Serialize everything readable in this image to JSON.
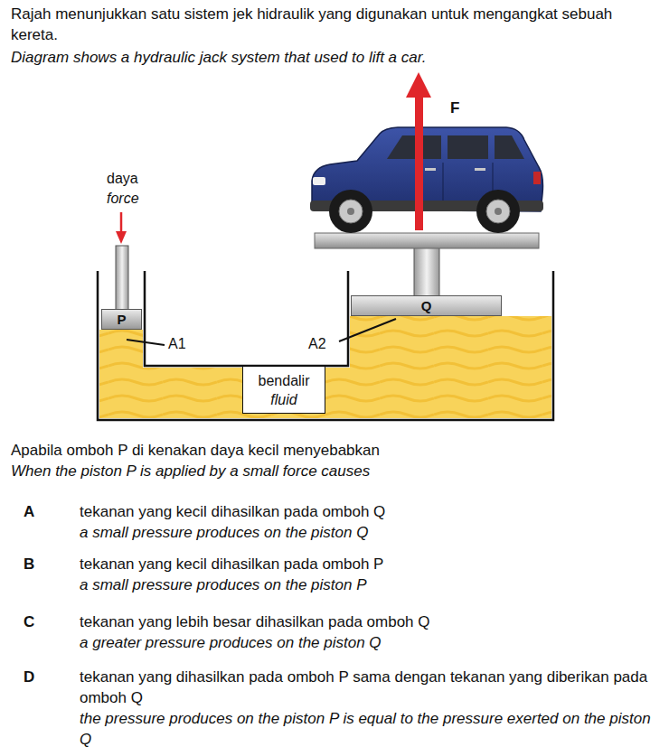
{
  "diagram": {
    "nodes": [
      {
        "text": [
          "P"
        ]
      },
      {
        "text": [
          "Q"
        ]
      },
      {
        "text": [
          "bendalir",
          "fluid"
        ]
      }
    ],
    "labels": [
      "Rajah menunjukkan satu sistem jek hidraulik yang digunakan untuk mengangkat sebuah kereta.",
      "Diagram shows a hydraulic jack system that used to lift a car.",
      "F",
      "daya",
      "force",
      "A1",
      "A2",
      "Apabila omboh P di kenakan daya kecil menyebabkan",
      "When the piston P is applied by a small force causes",
      "A",
      "tekanan yang kecil dihasilkan pada omboh Q",
      "a small pressure produces on the piston Q",
      "B",
      "tekanan yang kecil dihasilkan pada omboh P",
      "a small pressure produces on the piston P",
      "C",
      "tekanan yang lebih besar dihasilkan pada omboh Q",
      "a greater pressure produces on the piston Q",
      "D",
      "tekanan yang dihasilkan pada omboh P sama dengan tekanan yang diberikan pada omboh Q",
      "the pressure produces on the piston P is equal to the pressure exerted on the piston Q"
    ]
  }
}
